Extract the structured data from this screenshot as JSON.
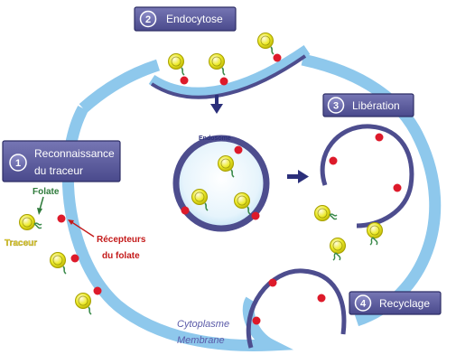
{
  "steps": [
    {
      "number": "1",
      "label_line1": "Reconnaissance",
      "label_line2": "du traceur"
    },
    {
      "number": "2",
      "label": "Endocytose"
    },
    {
      "number": "3",
      "label": "Libération"
    },
    {
      "number": "4",
      "label": "Recyclage"
    }
  ],
  "labels": {
    "folate": "Folate",
    "traceur": "Traceur",
    "recepteurs_line1": "Récepteurs",
    "recepteurs_line2": "du folate",
    "endosome": "Endosome",
    "cytoplasme": "Cytoplasme",
    "membrane": "Membrane"
  },
  "colors": {
    "membrane_blue": "#8ec8ec",
    "dark_purple": "#4d4d8e",
    "badge_fill": "#5a5a9c",
    "receptor_red": "#dd1a2a",
    "tracer_yellow": "#e8e020",
    "folate_green": "#3a8a4a",
    "traceur_label": "#e6d43a",
    "receptor_label": "#c41a1a"
  }
}
